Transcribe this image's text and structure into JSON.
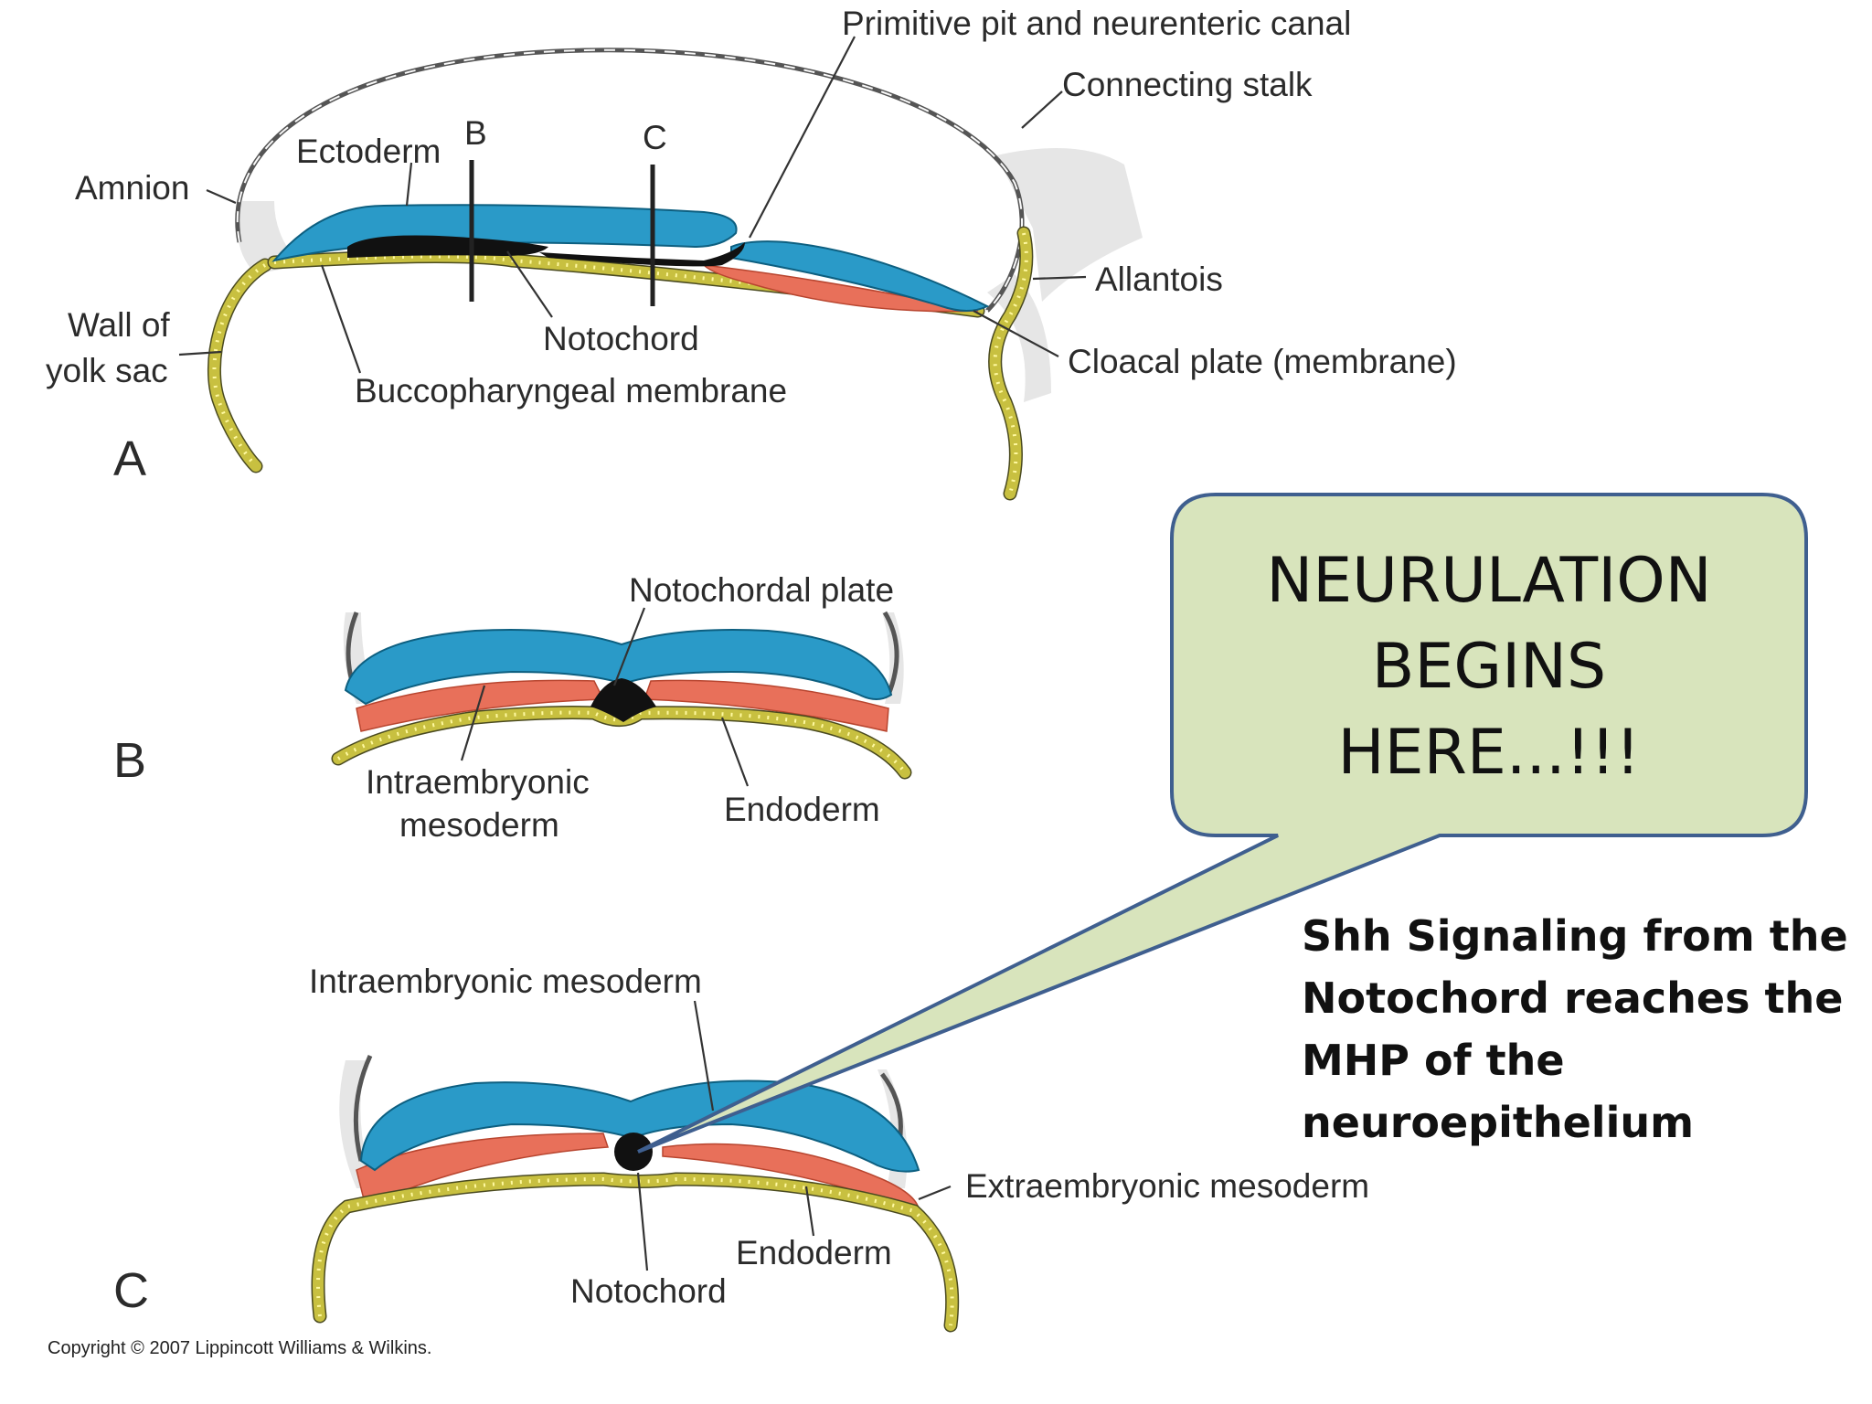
{
  "labels": {
    "primitive_pit": "Primitive pit and neurenteric canal",
    "connecting_stalk": "Connecting stalk",
    "amnion": "Amnion",
    "ectoderm": "Ectoderm",
    "section_b": "B",
    "section_c": "C",
    "allantois": "Allantois",
    "wall_of_yolk_sac_1": "Wall of",
    "wall_of_yolk_sac_2": "yolk sac",
    "notochord_a": "Notochord",
    "cloacal_plate": "Cloacal plate (membrane)",
    "buccopharyngeal": "Buccopharyngeal membrane",
    "panel_a": "A",
    "notochordal_plate": "Notochordal plate",
    "panel_b": "B",
    "intraembryonic_b_1": "Intraembryonic",
    "intraembryonic_b_2": "mesoderm",
    "endoderm_b": "Endoderm",
    "intraembryonic_c": "Intraembryonic mesoderm",
    "extraembryonic": "Extraembryonic mesoderm",
    "endoderm_c": "Endoderm",
    "panel_c": "C",
    "notochord_c": "Notochord",
    "copyright": "Copyright © 2007 Lippincott Williams & Wilkins."
  },
  "callout": {
    "line1": "NEURULATION",
    "line2": "BEGINS",
    "line3": "HERE...!!!"
  },
  "note": {
    "line1": "Shh Signaling from the",
    "line2": "Notochord reaches the",
    "line3": "MHP of the",
    "line4": "neuroepithelium"
  },
  "colors": {
    "ectoderm": "#2a9ac8",
    "mesoderm": "#e8705a",
    "endoderm": "#c8c040",
    "notochord": "#111111",
    "callout_fill": "#d8e4bc",
    "callout_stroke": "#3f5f8f"
  }
}
